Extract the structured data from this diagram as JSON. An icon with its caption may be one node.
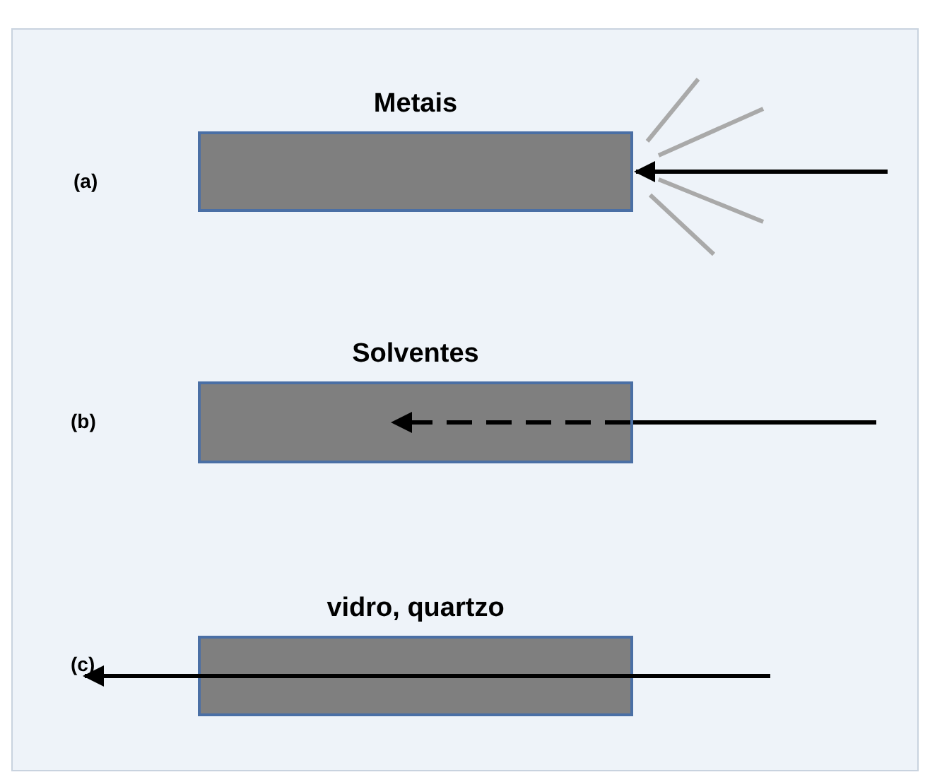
{
  "diagram": {
    "nodes": [
      {
        "text": [
          "Metais"
        ]
      },
      {
        "text": [
          "Solventes"
        ]
      },
      {
        "text": [
          "vidro, quartzo"
        ]
      }
    ],
    "edges": [
      {
        "from": null,
        "to": 0,
        "arrow": "to"
      },
      {
        "from": null,
        "to": 1,
        "arrow": "none"
      }
    ],
    "labels": [
      "(a)",
      "(b)",
      "(c)"
    ]
  }
}
